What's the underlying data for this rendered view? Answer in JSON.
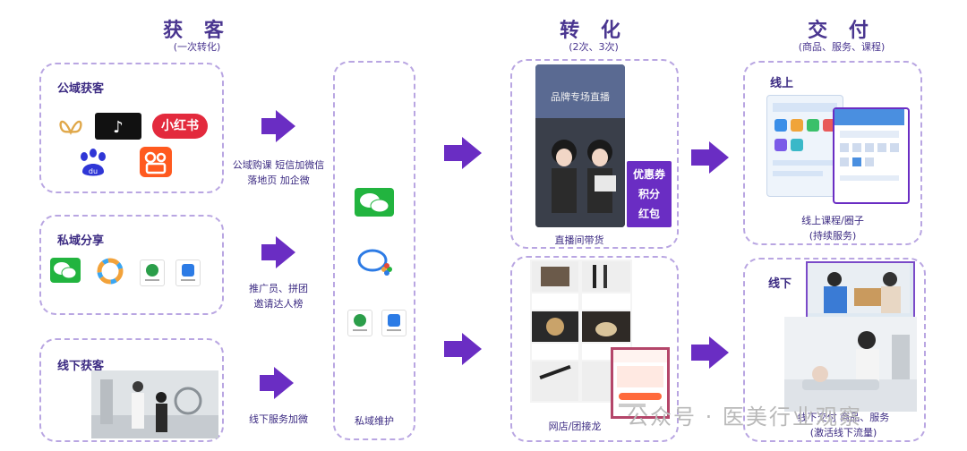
{
  "stages": {
    "acquire": {
      "title": "获 客",
      "sub": "(一次转化)"
    },
    "convert": {
      "title": "转 化",
      "sub": "(2次、3次)"
    },
    "deliver": {
      "title": "交 付",
      "sub": "(商品、服务、课程)"
    }
  },
  "boxes": {
    "public": {
      "label": "公域获客"
    },
    "private": {
      "label": "私域分享"
    },
    "offline": {
      "label": "线下获客"
    },
    "online_deliver": {
      "label": "线上"
    },
    "offline_deliver": {
      "label": "线下"
    }
  },
  "arrows": {
    "public_text": [
      "公域购课 短信加微信",
      "落地页 加企微"
    ],
    "private_text": [
      "推广员、拼团",
      "邀请达人榜"
    ],
    "offline_text": [
      "线下服务加微"
    ]
  },
  "private_maintenance": {
    "caption": "私域维护"
  },
  "live": {
    "caption": "直播间带货",
    "tags": [
      "优惠券",
      "积分",
      "红包"
    ],
    "poster_text": "品牌专场直播"
  },
  "store": {
    "caption": "网店/团接龙"
  },
  "online_deliver": {
    "caption": [
      "线上课程/圈子",
      "(持续服务)"
    ]
  },
  "offline_deliver": {
    "caption": [
      "线下交付 商品、服务",
      "(激活线下流量)"
    ]
  },
  "apps": {
    "xiaohongshu": "小红书",
    "baidu": "du"
  },
  "watermark": "公众号 · 医美行业观察",
  "colors": {
    "accent": "#6a2dc3",
    "dashed": "#b9a6e2",
    "title": "#4a3690"
  }
}
